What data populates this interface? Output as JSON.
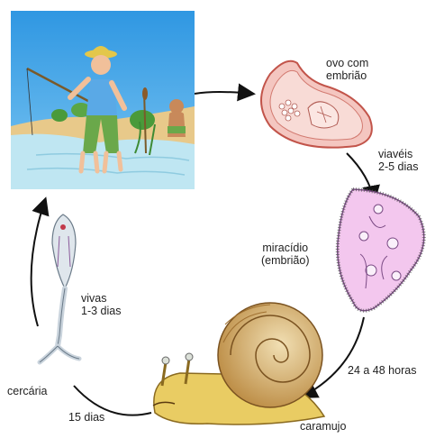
{
  "diagram": {
    "labels": {
      "egg_line1": "ovo com",
      "egg_line2": "embrião",
      "viable_line1": "viavéis",
      "viable_line2": "2-5 dias",
      "miracidium_line1": "miracídio",
      "miracidium_line2": "(embrião)",
      "hours": "24 a 48 horas",
      "snail": "caramujo",
      "days15": "15 dias",
      "cercaria": "cercária",
      "alive_line1": "vivas",
      "alive_line2": "1-3 dias"
    },
    "colors": {
      "sky": "#3aa2e6",
      "sand": "#e8c98a",
      "water": "#bfe6f2",
      "egg": "#f4c6c0",
      "miracidium": "#f3c7ee",
      "snail_shell": "#c99a4a",
      "snail_body": "#e9cc63",
      "cercaria": "#dfe6ec",
      "arrow": "#111111"
    }
  }
}
